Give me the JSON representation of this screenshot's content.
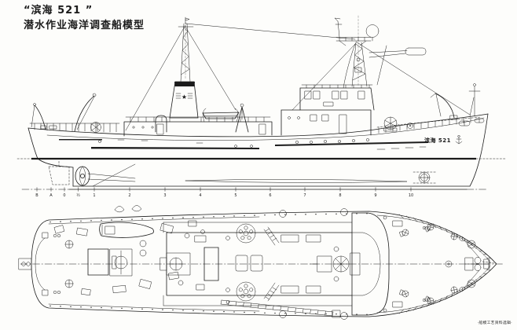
{
  "title": {
    "line1": "“滨海 521 ”",
    "line2": "潜水作业海洋调查船模型"
  },
  "ship": {
    "hull_name": "滨海 521",
    "funnel_star": "★"
  },
  "stations": [
    "B",
    "A",
    "0",
    "½",
    "1",
    "2",
    "3",
    "4",
    "5",
    "6",
    "7",
    "8",
    "9",
    "10"
  ],
  "caption": "·船模工艺资料选辑·",
  "colors": {
    "ink": "#1b1b1b",
    "paper": "#fdfdfb"
  }
}
